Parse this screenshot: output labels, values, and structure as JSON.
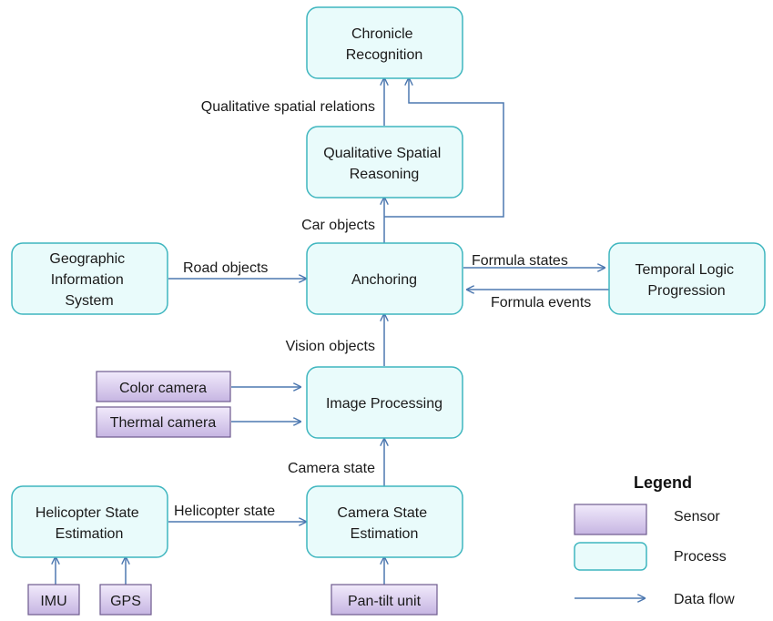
{
  "processes": {
    "chronicle": [
      "Chronicle",
      "Recognition"
    ],
    "qsr": [
      "Qualitative Spatial",
      "Reasoning"
    ],
    "gis": [
      "Geographic",
      "Information",
      "System"
    ],
    "anchoring": [
      "Anchoring"
    ],
    "tlp": [
      "Temporal Logic",
      "Progression"
    ],
    "image": [
      "Image Processing"
    ],
    "heli": [
      "Helicopter State",
      "Estimation"
    ],
    "camstate": [
      "Camera State",
      "Estimation"
    ]
  },
  "sensors": {
    "color": "Color camera",
    "thermal": "Thermal camera",
    "imu": "IMU",
    "gps": "GPS",
    "pantilt": "Pan-tilt unit"
  },
  "flows": {
    "qual_rel": "Qualitative spatial relations",
    "car": "Car objects",
    "road": "Road objects",
    "f_states": "Formula states",
    "f_events": "Formula events",
    "vision": "Vision objects",
    "cam_state": "Camera state",
    "heli_state": "Helicopter state"
  },
  "legend": {
    "title": "Legend",
    "sensor": "Sensor",
    "process": "Process",
    "dataflow": "Data flow"
  }
}
